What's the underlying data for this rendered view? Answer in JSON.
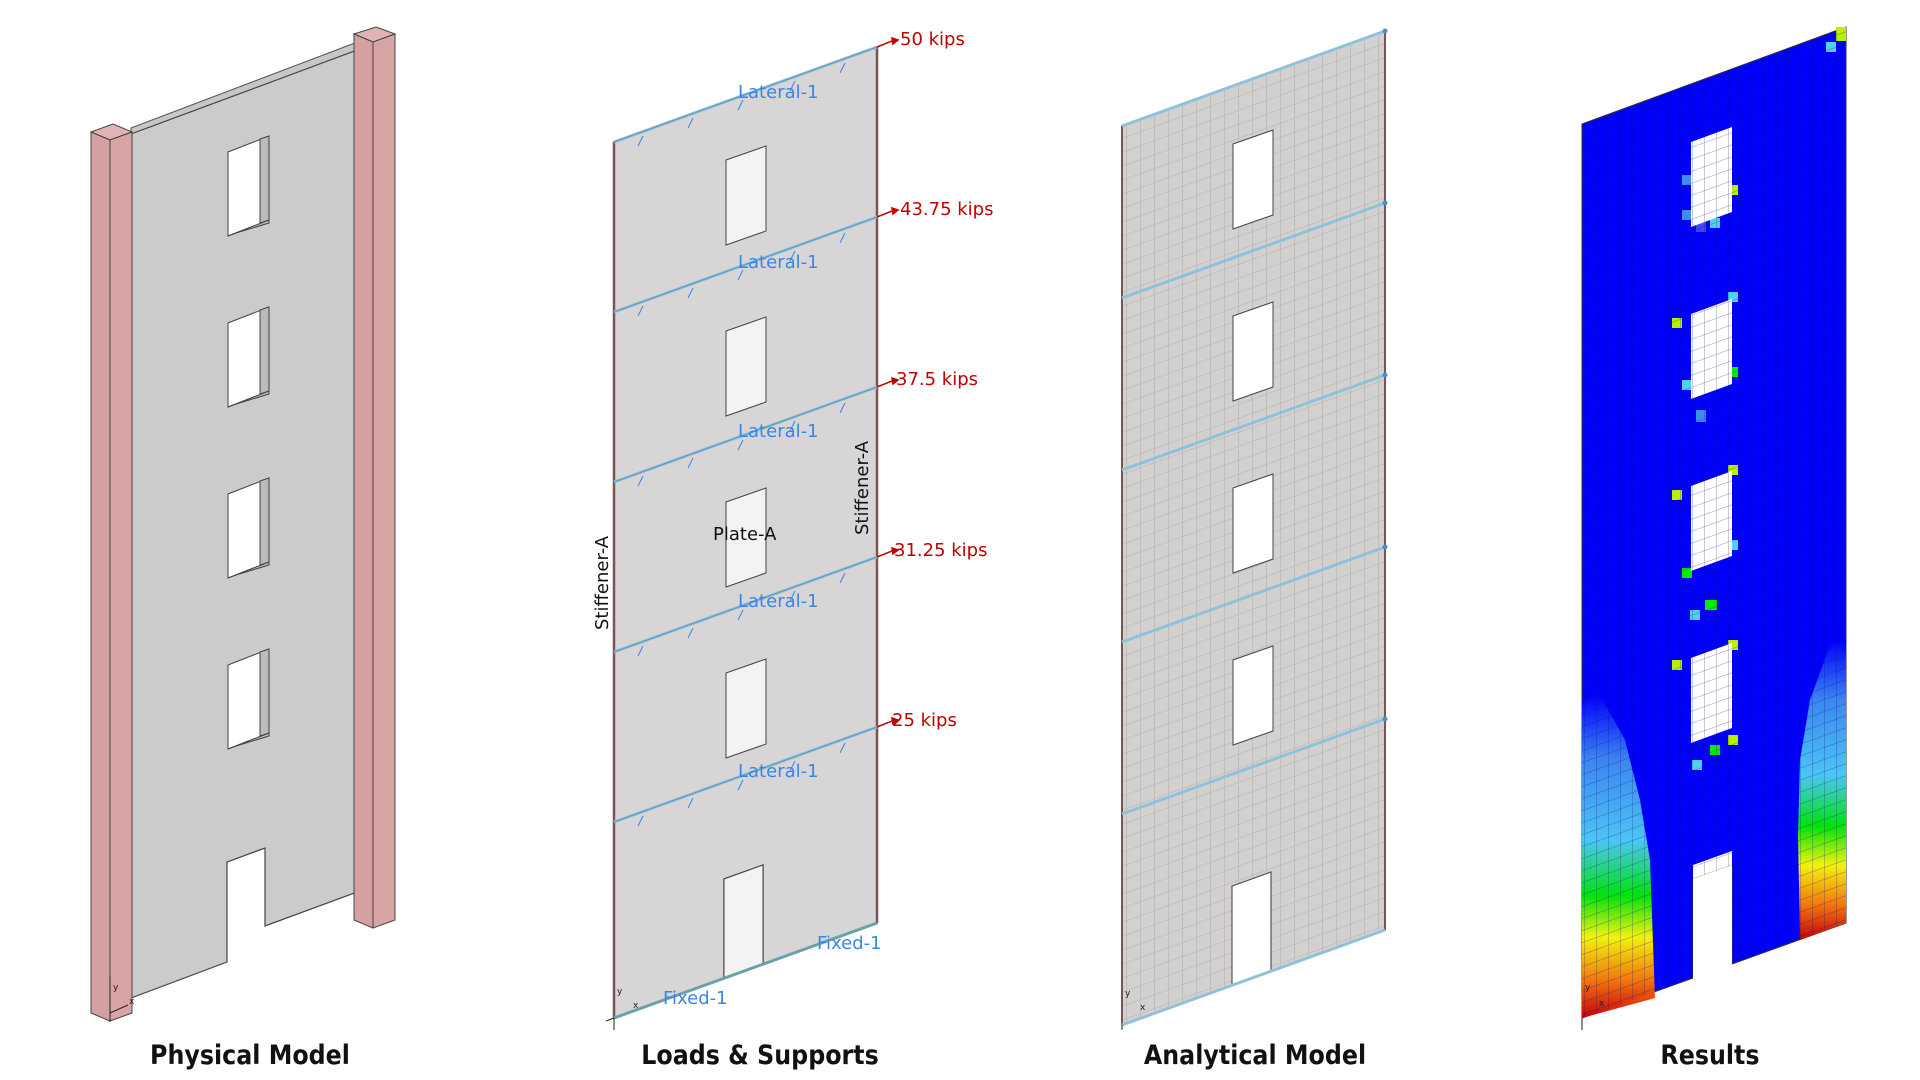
{
  "captions": {
    "physical": "Physical Model",
    "loads": "Loads & Supports",
    "analytical": "Analytical Model",
    "results": "Results"
  },
  "loads_panel": {
    "point_loads": [
      {
        "label": "50 kips",
        "color": "#c00000"
      },
      {
        "label": "43.75 kips",
        "color": "#c00000"
      },
      {
        "label": "37.5 kips",
        "color": "#c00000"
      },
      {
        "label": "31.25 kips",
        "color": "#c00000"
      },
      {
        "label": "25 kips",
        "color": "#c00000"
      }
    ],
    "line_loads": [
      "Lateral-1",
      "Lateral-1",
      "Lateral-1",
      "Lateral-1",
      "Lateral-1"
    ],
    "supports": [
      "Fixed-1",
      "Fixed-1"
    ],
    "plate_label": "Plate-A",
    "stiffener_left": "Stiffener-A",
    "stiffener_right": "Stiffener-A",
    "label_color": "#3a86e8"
  },
  "axes": {
    "x": "x",
    "y": "y"
  },
  "colors": {
    "plate_fill": "#d6d4d4",
    "column_fill": "#d6a0a0",
    "opening": "#f4f4f4",
    "mesh_line": "#b8b6b6",
    "result_scale": [
      "#0000ff",
      "#3b4bf0",
      "#3f8cf0",
      "#4fd0f5",
      "#00ee00",
      "#b8f000",
      "#ffff00",
      "#ffc000",
      "#ff8000",
      "#ff3000",
      "#d00000"
    ]
  }
}
